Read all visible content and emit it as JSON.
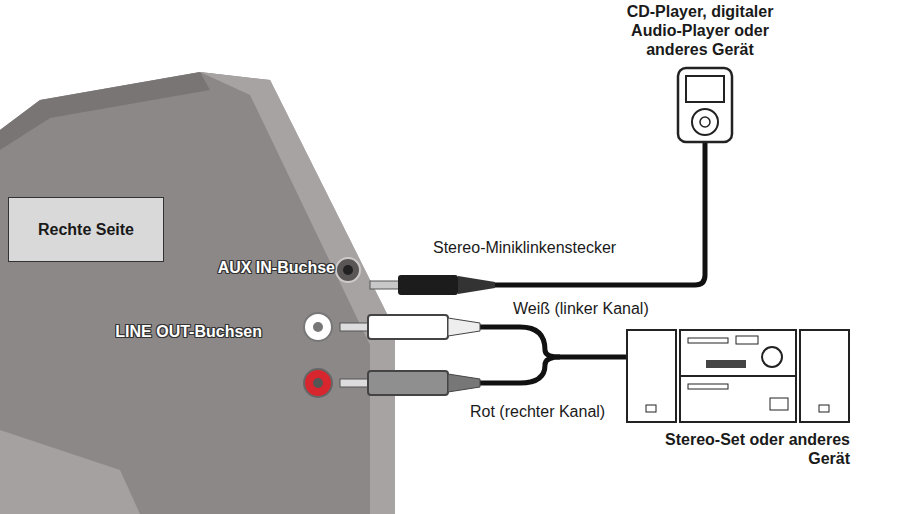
{
  "diagram": {
    "nodes": [
      {
        "text": [
          "Rechte Seite"
        ]
      },
      {
        "text": [
          "CD-Player, digitaler Audio-Player oder anderes Gerät"
        ]
      },
      {
        "text": [
          "Stereo-Set oder anderes Gerät"
        ]
      }
    ],
    "labels": [
      "AUX IN-Buchse",
      "LINE OUT-Buchsen",
      "Stereo-Miniklinkenstecker",
      "Weiß (linker Kanal)",
      "Rot (rechter Kanal)"
    ]
  }
}
